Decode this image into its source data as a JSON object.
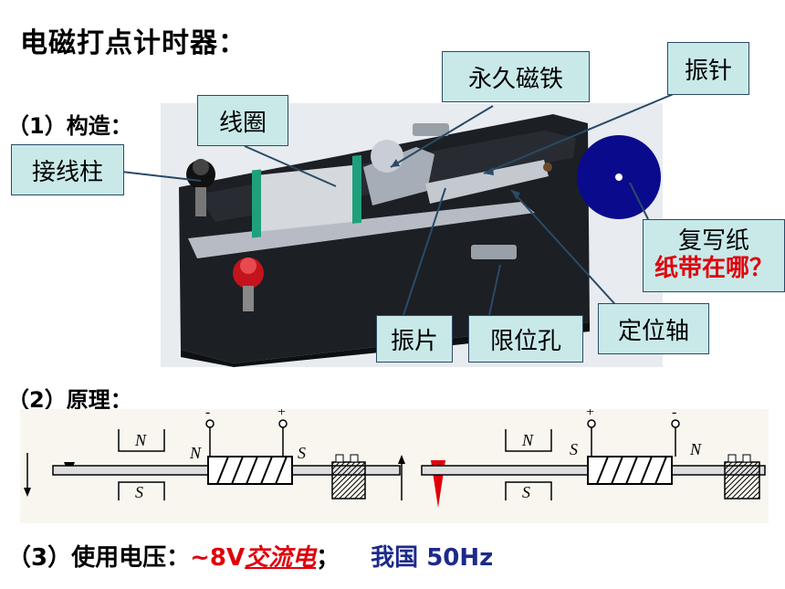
{
  "title": "电磁打点计时器：",
  "sections": {
    "structure": "（1）构造：",
    "principle": "（2）原理：",
    "voltage": {
      "prefix": "（3）使用电压：",
      "value": "~8V",
      "ac": "交流电",
      "sep": "；",
      "country": "我国",
      "freq": "50Hz"
    }
  },
  "labels": {
    "magnet": "永久磁铁",
    "needle": "振针",
    "coil": "线圈",
    "terminal": "接线柱",
    "carbon_paper": "复写纸",
    "tape_question": "纸带在哪？",
    "vibrating_plate": "振片",
    "limit_hole": "限位孔",
    "positioning_shaft": "定位轴"
  },
  "diagram": {
    "left": {
      "top_pole": "N",
      "bottom_pole": "S",
      "coil_left": "N",
      "coil_right": "S",
      "left_sign": "-",
      "right_sign": "+"
    },
    "right": {
      "top_pole": "N",
      "bottom_pole": "S",
      "coil_left": "S",
      "coil_right": "N",
      "left_sign": "+",
      "right_sign": "-"
    }
  },
  "colors": {
    "label_bg": "#c9e9e9",
    "accent_red": "#e0000a",
    "accent_blue": "#1d2a8c",
    "disc": "#0a0a8c"
  }
}
